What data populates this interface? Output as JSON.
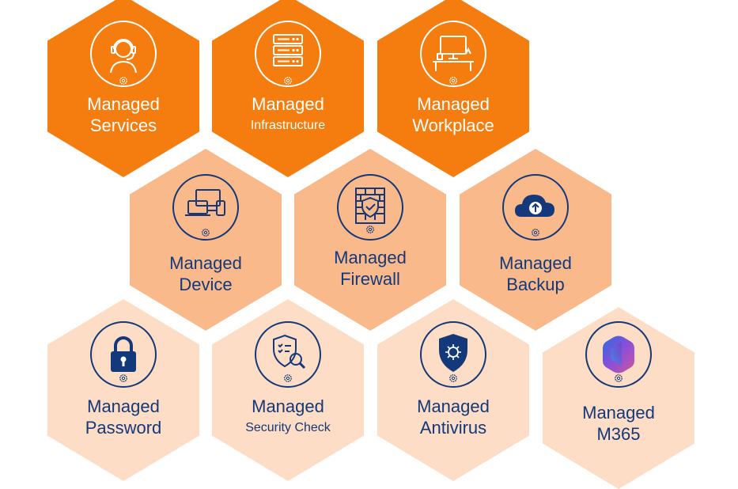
{
  "tiles": [
    {
      "id": "services",
      "line1": "Managed",
      "line2": "Services",
      "icon": "headset-agent-icon"
    },
    {
      "id": "infrastructure",
      "line1": "Managed",
      "line2": "Infrastructure",
      "icon": "server-rack-icon"
    },
    {
      "id": "workplace",
      "line1": "Managed",
      "line2": "Workplace",
      "icon": "desk-computer-icon"
    },
    {
      "id": "device",
      "line1": "Managed",
      "line2": "Device",
      "icon": "devices-icon"
    },
    {
      "id": "firewall",
      "line1": "Managed",
      "line2": "Firewall",
      "icon": "firewall-icon"
    },
    {
      "id": "backup",
      "line1": "Managed",
      "line2": "Backup",
      "icon": "cloud-upload-icon"
    },
    {
      "id": "password",
      "line1": "Managed",
      "line2": "Password",
      "icon": "padlock-icon"
    },
    {
      "id": "security-check",
      "line1": "Managed",
      "line2": "Security Check",
      "icon": "security-check-icon"
    },
    {
      "id": "antivirus",
      "line1": "Managed",
      "line2": "Antivirus",
      "icon": "shield-virus-icon"
    },
    {
      "id": "m365",
      "line1": "Managed",
      "line2": "M365",
      "icon": "m365-logo-icon"
    }
  ],
  "colors": {
    "tier1": "#F57C0E",
    "tier2": "#F9B98A",
    "tier3": "#FDDDC5",
    "navy": "#14397A"
  }
}
